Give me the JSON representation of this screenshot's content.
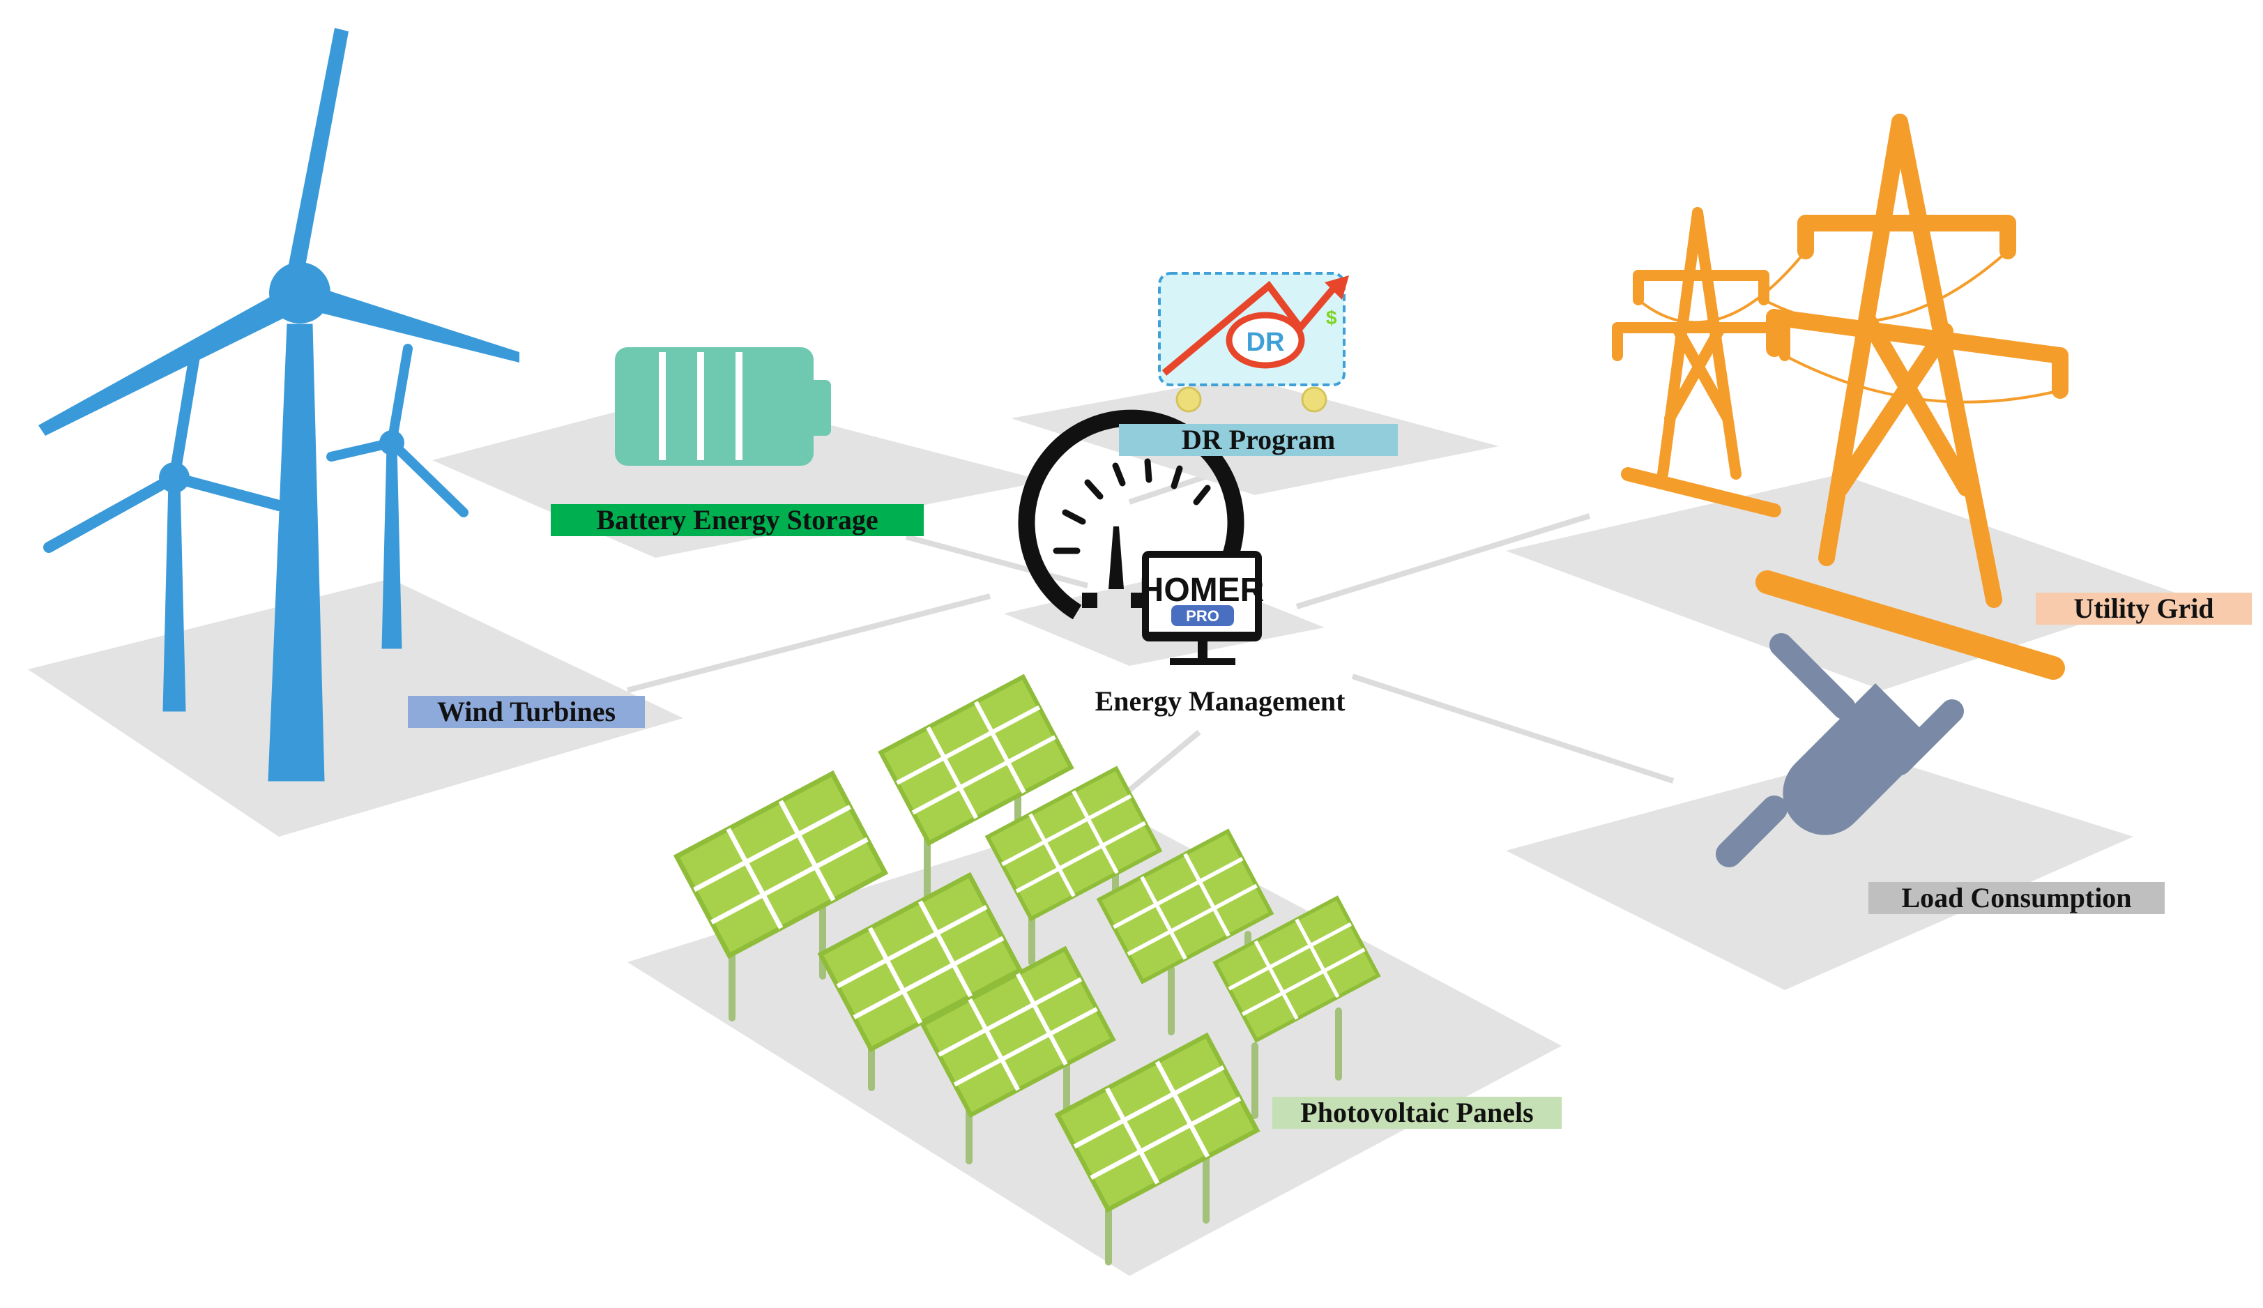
{
  "labels": {
    "wind_turbines": "Wind Turbines",
    "battery_energy_storage": "Battery Energy Storage",
    "dr_program": "DR Program",
    "energy_management": "Energy Management",
    "utility_grid": "Utility Grid",
    "load_consumption": "Load Consumption",
    "photovoltaic_panels": "Photovoltaic Panels"
  },
  "icons": {
    "dr_badge": "DR",
    "dollar": "$",
    "homer_brand": "HOMER",
    "homer_sub": "PRO"
  },
  "colors": {
    "wind_turbine": "#3a9ad9",
    "wind_label_bg": "#8eaadb",
    "battery": "#6fc9b0",
    "battery_label_bg": "#00b050",
    "dr_label_bg": "#92cddc",
    "pylon": "#f59d2a",
    "utility_label_bg": "#f8cbad",
    "plug": "#7a8aa6",
    "load_label_bg": "#bfbfbf",
    "solar_panel": "#a8d14b",
    "pv_label_bg": "#c5e0b4",
    "platform": "#e3e3e3"
  }
}
